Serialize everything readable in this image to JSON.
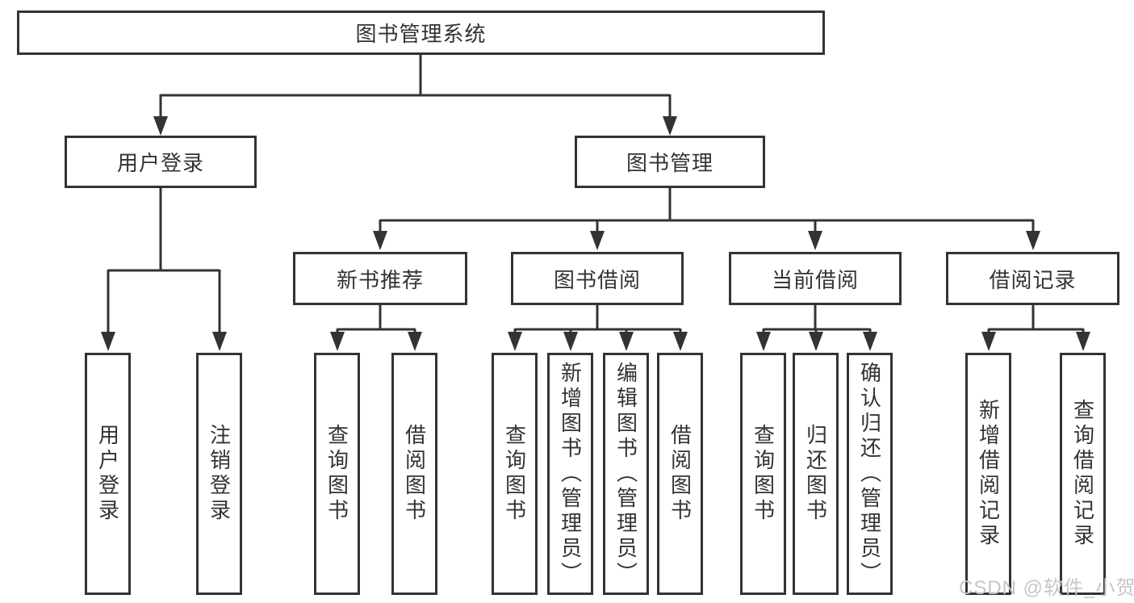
{
  "title": "图书管理系统",
  "level1": {
    "user_login": "用户登录",
    "book_mgmt": "图书管理"
  },
  "user_login_children": [
    "用户登录",
    "注销登录"
  ],
  "book_mgmt_children": [
    "新书推荐",
    "图书借阅",
    "当前借阅",
    "借阅记录"
  ],
  "new_rec_children": [
    "查询图书",
    "借阅图书"
  ],
  "borrow_children": [
    "查询图书",
    "新增图书（管理员）",
    "编辑图书（管理员）",
    "借阅图书"
  ],
  "current_children": [
    "查询图书",
    "归还图书",
    "确认归还（管理员）"
  ],
  "record_children": [
    "新增借阅记录",
    "查询借阅记录"
  ],
  "watermark": "CSDN @软件_小贺同学",
  "colors": {
    "line": "#333333",
    "text": "#333333",
    "box_bg": "#ffffff",
    "watermark": "#c6c6c6"
  }
}
